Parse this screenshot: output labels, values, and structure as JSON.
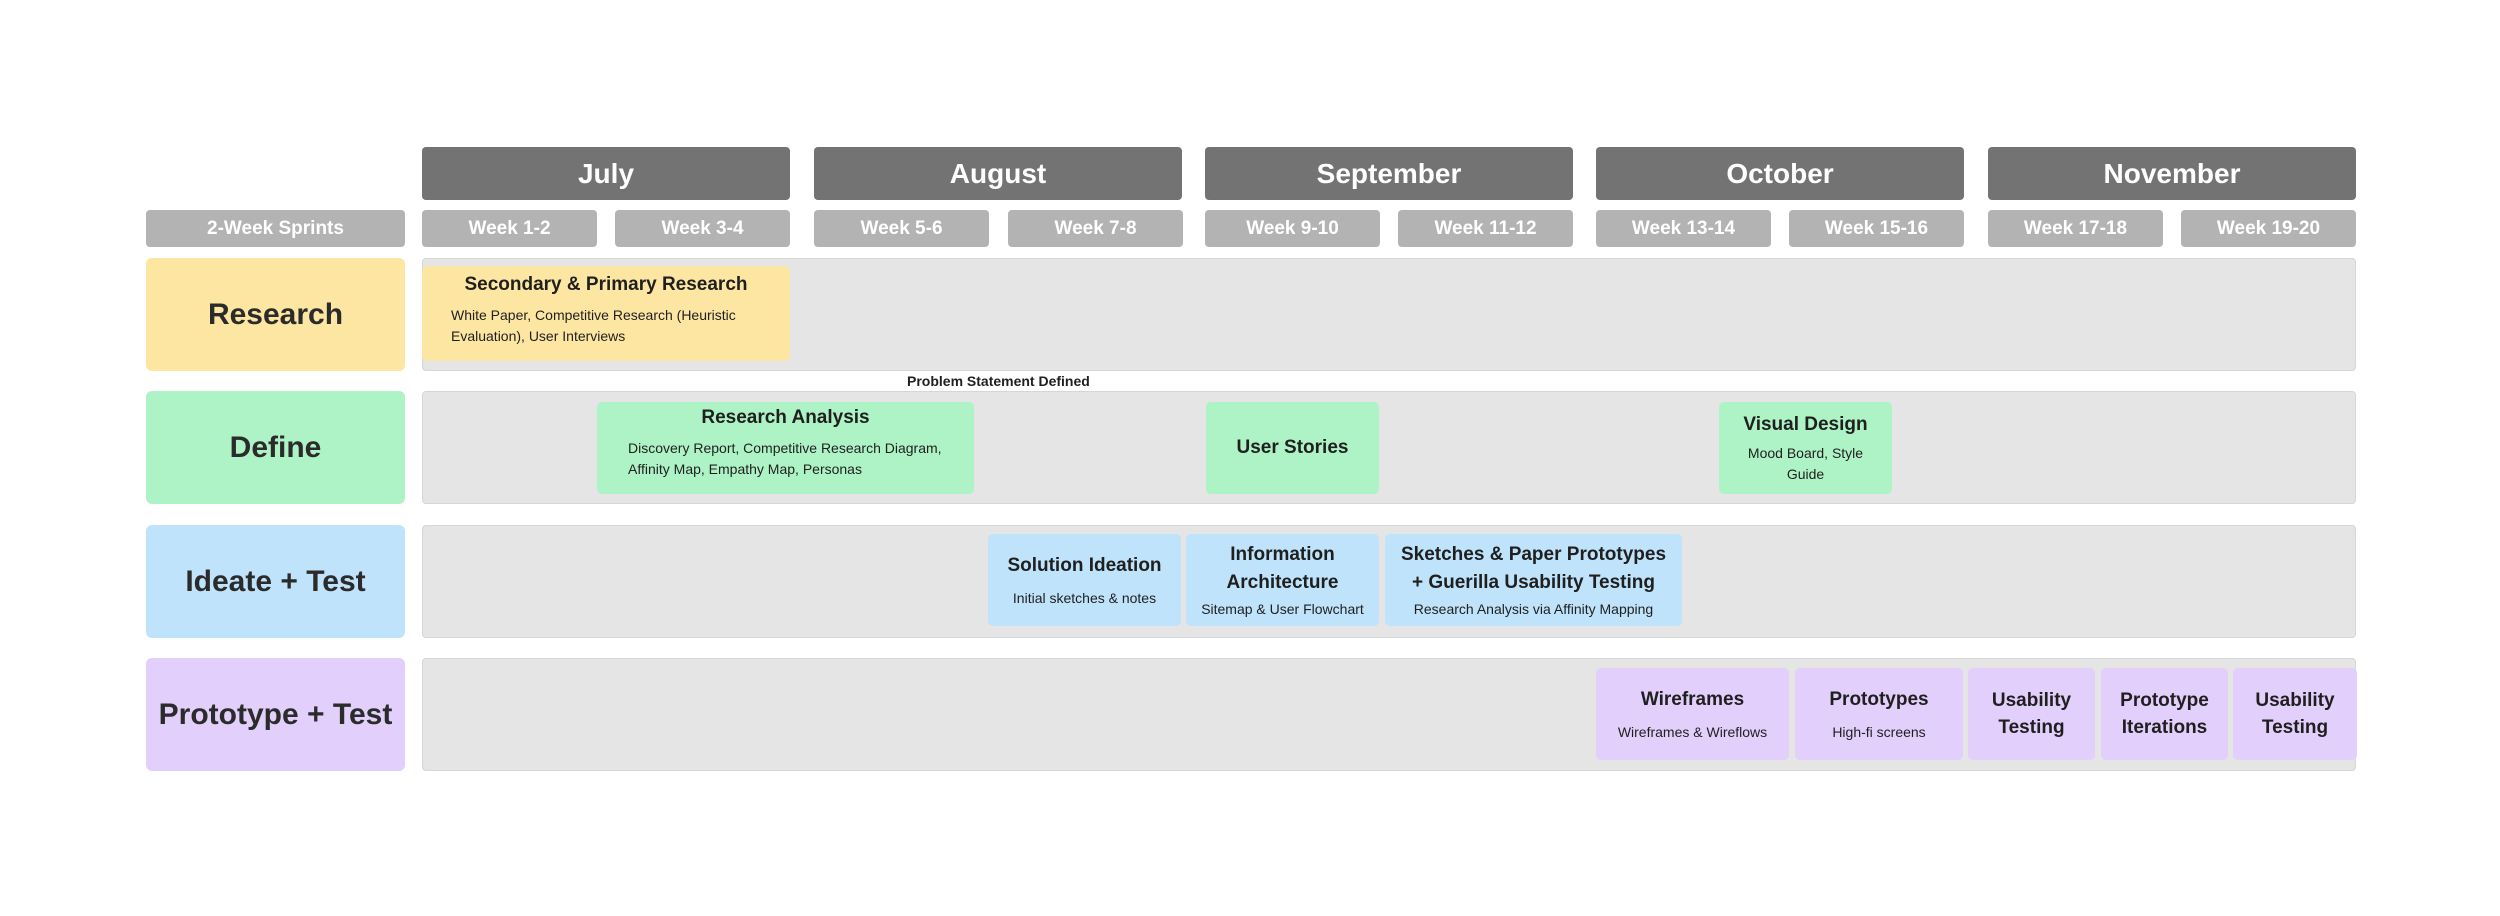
{
  "header": {
    "sprints_label": "2-Week Sprints",
    "months": [
      "July",
      "August",
      "September",
      "October",
      "November"
    ],
    "weeks": [
      "Week 1-2",
      "Week 3-4",
      "Week 5-6",
      "Week 7-8",
      "Week 9-10",
      "Week 11-12",
      "Week 13-14",
      "Week 15-16",
      "Week 17-18",
      "Week 19-20"
    ]
  },
  "phases": [
    "Research",
    "Define",
    "Ideate + Test",
    "Prototype + Test"
  ],
  "colors": {
    "month_header": "#737373",
    "week_header": "#b3b3b3",
    "lane_background": "#e5e5e5",
    "research": "#fde6a2",
    "define": "#aef3c5",
    "ideate": "#bfe3fb",
    "prototype": "#e2cffb"
  },
  "milestone": "Problem Statement Defined",
  "research": {
    "cards": [
      {
        "title": "Secondary & Primary Research",
        "desc": "White Paper, Competitive Research (Heuristic Evaluation), User Interviews"
      }
    ]
  },
  "define": {
    "cards": [
      {
        "title": "Research Analysis",
        "desc": "Discovery Report, Competitive Research Diagram, Affinity Map, Empathy Map, Personas"
      },
      {
        "title": "User Stories"
      },
      {
        "title": "Visual Design",
        "desc": "Mood Board, Style Guide"
      }
    ]
  },
  "ideate": {
    "cards": [
      {
        "title": "Solution Ideation",
        "desc": "Initial sketches & notes"
      },
      {
        "title": "Information Architecture",
        "desc": "Sitemap & User Flowchart"
      },
      {
        "title": "Sketches & Paper Prototypes + Guerilla Usability Testing",
        "desc": "Research Analysis via Affinity Mapping"
      }
    ]
  },
  "prototype": {
    "cards": [
      {
        "title": "Wireframes",
        "desc": "Wireframes & Wireflows"
      },
      {
        "title": "Prototypes",
        "desc": "High-fi screens"
      },
      {
        "title": "Usability Testing"
      },
      {
        "title": "Prototype Iterations"
      },
      {
        "title": "Usability Testing"
      }
    ]
  }
}
